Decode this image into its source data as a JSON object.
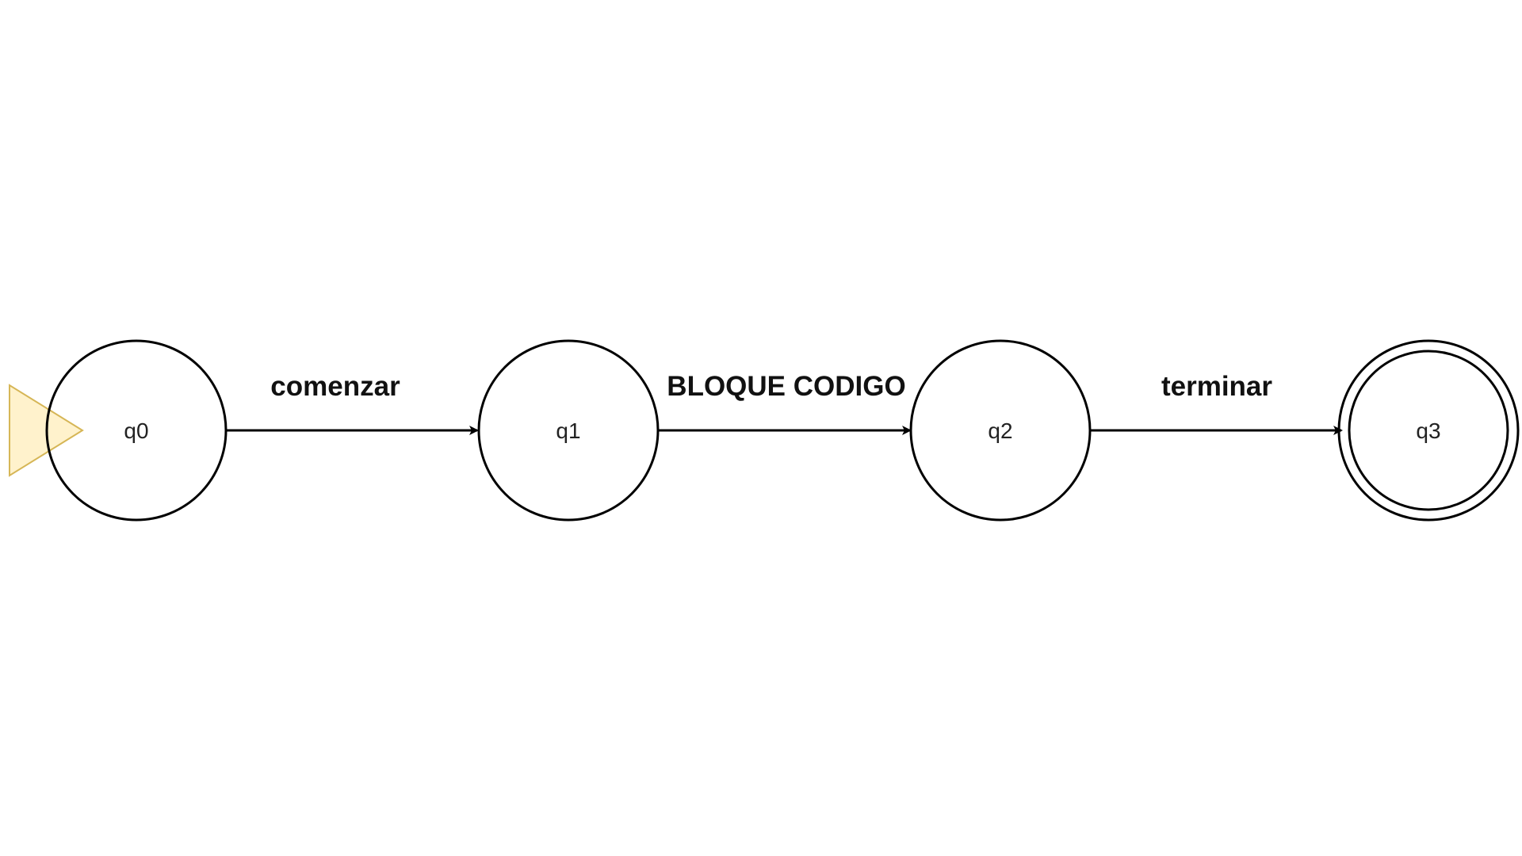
{
  "colors": {
    "stroke": "#000000",
    "start_marker_fill": "#fff2cc",
    "start_marker_stroke": "#d6b656"
  },
  "states": [
    {
      "id": "q0",
      "label": "q0",
      "initial": true,
      "accepting": false
    },
    {
      "id": "q1",
      "label": "q1",
      "initial": false,
      "accepting": false
    },
    {
      "id": "q2",
      "label": "q2",
      "initial": false,
      "accepting": false
    },
    {
      "id": "q3",
      "label": "q3",
      "initial": false,
      "accepting": true
    }
  ],
  "transitions": [
    {
      "from": "q0",
      "to": "q1",
      "label": "comenzar"
    },
    {
      "from": "q1",
      "to": "q2",
      "label": "BLOQUE CODIGO"
    },
    {
      "from": "q2",
      "to": "q3",
      "label": "terminar"
    }
  ]
}
